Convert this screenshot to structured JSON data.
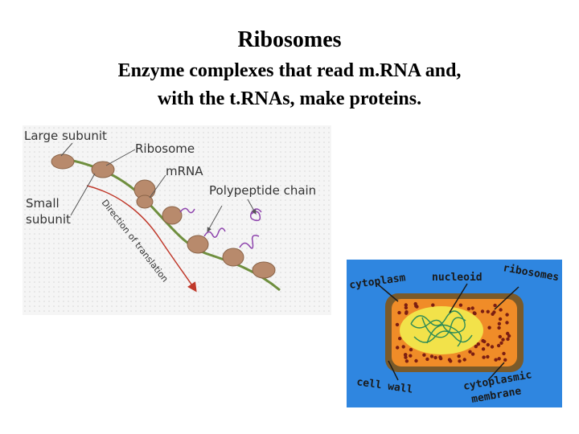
{
  "title": "Ribosomes",
  "subtitle_line1": "Enzyme complexes that read m.RNA and,",
  "subtitle_line2": "with the t.RNAs, make proteins.",
  "ribosome_diagram": {
    "labels": {
      "large_subunit": "Large subunit",
      "ribosome": "Ribosome",
      "mrna": "mRNA",
      "polypeptide": "Polypeptide chain",
      "small_subunit_1": "Small",
      "small_subunit_2": "subunit",
      "direction": "Direction of translation"
    },
    "colors": {
      "background": "#f3f3f3",
      "ribosome": "#b88a6c",
      "mrna": "#6f8f3e",
      "arrow": "#c0392b",
      "polypeptide": "#8e44ad"
    }
  },
  "cell_diagram": {
    "labels": {
      "cytoplasm": "cytoplasm",
      "nucleoid": "nucleoid",
      "ribosomes": "ribosomes",
      "cell_wall": "cell wall",
      "membrane_1": "cytoplasmic",
      "membrane_2": "membrane"
    },
    "colors": {
      "background": "#2f86e0",
      "cell_wall": "#7a5a2a",
      "cytoplasm": "#f08c28",
      "nucleoid_region": "#f2e24a",
      "dna": "#2e8b57",
      "ribosome_dots": "#7b1e12"
    }
  }
}
